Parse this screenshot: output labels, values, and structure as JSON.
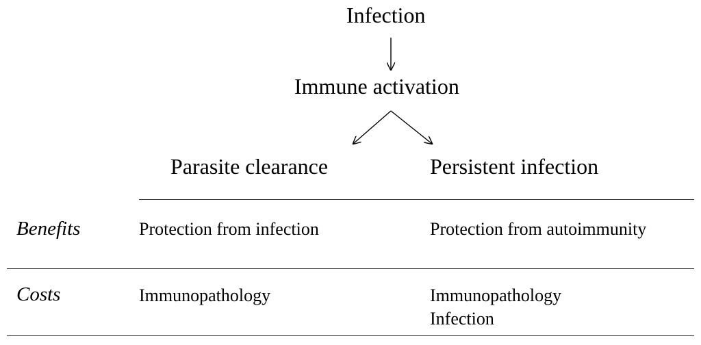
{
  "flow": {
    "top_node": "Infection",
    "middle_node": "Immune activation",
    "left_outcome": "Parasite clearance",
    "right_outcome": "Persistent infection"
  },
  "table": {
    "rows": [
      {
        "label": "Benefits",
        "left": [
          "Protection from infection"
        ],
        "right": [
          "Protection from autoimmunity"
        ]
      },
      {
        "label": "Costs",
        "left": [
          "Immunopathology"
        ],
        "right": [
          "Immunopathology",
          "Infection"
        ]
      }
    ]
  }
}
